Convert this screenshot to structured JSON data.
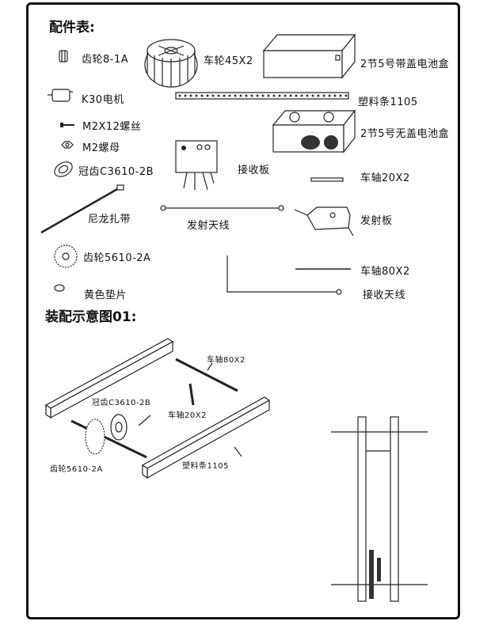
{
  "sheet": {
    "parts_title": "配件表:",
    "assembly_title": "装配示意图01:"
  },
  "parts": {
    "gear_8_1a": "齿轮8-1A",
    "wheel_45x2": "车轮45X2",
    "battery_box_cover": "2节5号带盖电池盒",
    "motor_k30": "K30电机",
    "plastic_strip_1105": "塑料条1105",
    "screw_m2x12": "M2X12螺丝",
    "battery_box_nocover": "2节5号无盖电池盒",
    "nut_m2": "M2螺母",
    "receiver_board": "接收板",
    "crown_gear_c3610": "冠齿C3610-2B",
    "axle_20x2": "车轴20X2",
    "nylon_tie": "尼龙扎带",
    "transmit_antenna": "发射天线",
    "transmitter_board": "发射板",
    "gear_5610_2a": "齿轮5610-2A",
    "axle_80x2": "车轴80X2",
    "yellow_washer": "黄色垫片",
    "receive_antenna": "接收天线"
  },
  "assembly": {
    "axle_80x2": "车轴80X2",
    "crown_gear": "冠齿C3610-2B",
    "axle_20x2": "车轴20X2",
    "gear_5610": "齿轮5610-2A",
    "plastic_strip": "塑料条1105"
  }
}
